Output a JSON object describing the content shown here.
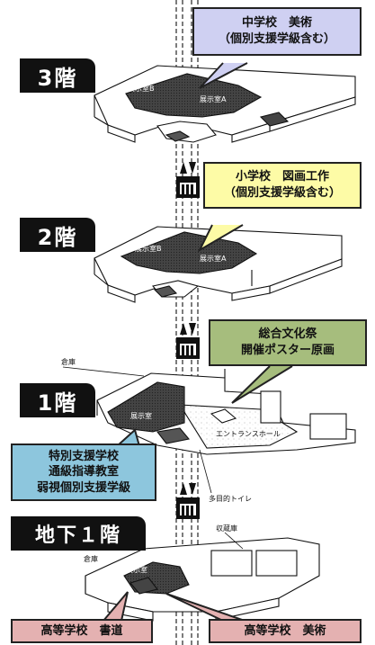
{
  "floors": {
    "f3": "3階",
    "f2": "2階",
    "f1": "1階",
    "b1": "地下１階"
  },
  "rooms": {
    "f3_a": "展示室B",
    "f3_b": "展示室A",
    "f2_a": "展示室B",
    "f2_b": "展示室A",
    "f1_gallery": "展示室",
    "f1_storage": "倉庫",
    "f1_hall": "エントランスホール",
    "f1_toilet": "多目的トイレ",
    "b1_storage": "倉庫",
    "b1_gallery": "展示室",
    "b1_vault": "収蔵庫"
  },
  "callouts": {
    "f3": {
      "line1": "中学校　美術",
      "line2": "（個別支援学級含む）"
    },
    "f2": {
      "line1": "小学校　図画工作",
      "line2": "（個別支援学級含む）"
    },
    "f1_right": {
      "line1": "総合文化祭",
      "line2": "開催ポスター原画"
    },
    "f1_left": {
      "line1": "特別支援学校",
      "line2": "通級指導教室",
      "line3": "弱視個別支援学級"
    },
    "b1_left": {
      "line1": "高等学校　書道"
    },
    "b1_right": {
      "line1": "高等学校　美術"
    }
  },
  "colors": {
    "violet": "#cfd0f2",
    "yellow": "#fdfba6",
    "green": "#a6bd7d",
    "blue": "#8dc6dd",
    "pink": "#e4b1b1",
    "floor_label": "#111111"
  }
}
